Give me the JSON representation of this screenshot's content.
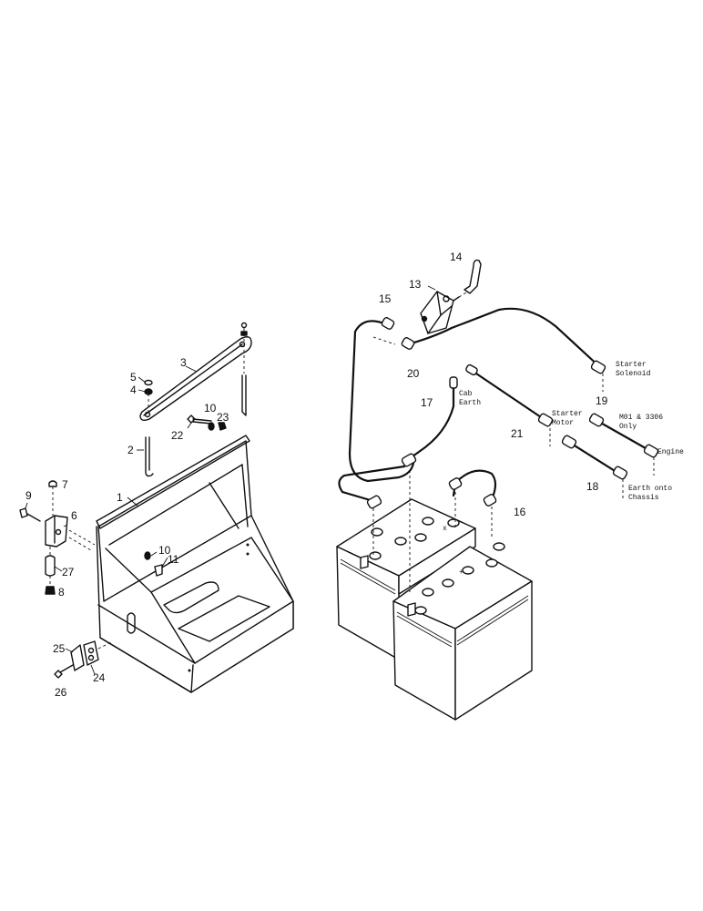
{
  "parts": {
    "p1": "1",
    "p2": "2",
    "p3": "3",
    "p4": "4",
    "p5": "5",
    "p6": "6",
    "p7": "7",
    "p8": "8",
    "p9": "9",
    "p10a": "10",
    "p10b": "10",
    "p11": "11",
    "p13": "13",
    "p14": "14",
    "p15": "15",
    "p16": "16",
    "p17": "17",
    "p18": "18",
    "p19": "19",
    "p20": "20",
    "p21": "21",
    "p22": "22",
    "p23": "23",
    "p24": "24",
    "p25": "25",
    "p26": "26",
    "p27": "27"
  },
  "labels": {
    "starter_solenoid_1": "Starter",
    "starter_solenoid_2": "Solenoid",
    "cab_earth_1": "Cab",
    "cab_earth_2": "Earth",
    "starter_motor_1": "Starter",
    "starter_motor_2": "Motor",
    "m01_1": "M01 & 3306",
    "m01_2": "Only",
    "engine": "Engine",
    "earth_chassis_1": "Earth onto",
    "earth_chassis_2": "Chassis"
  }
}
